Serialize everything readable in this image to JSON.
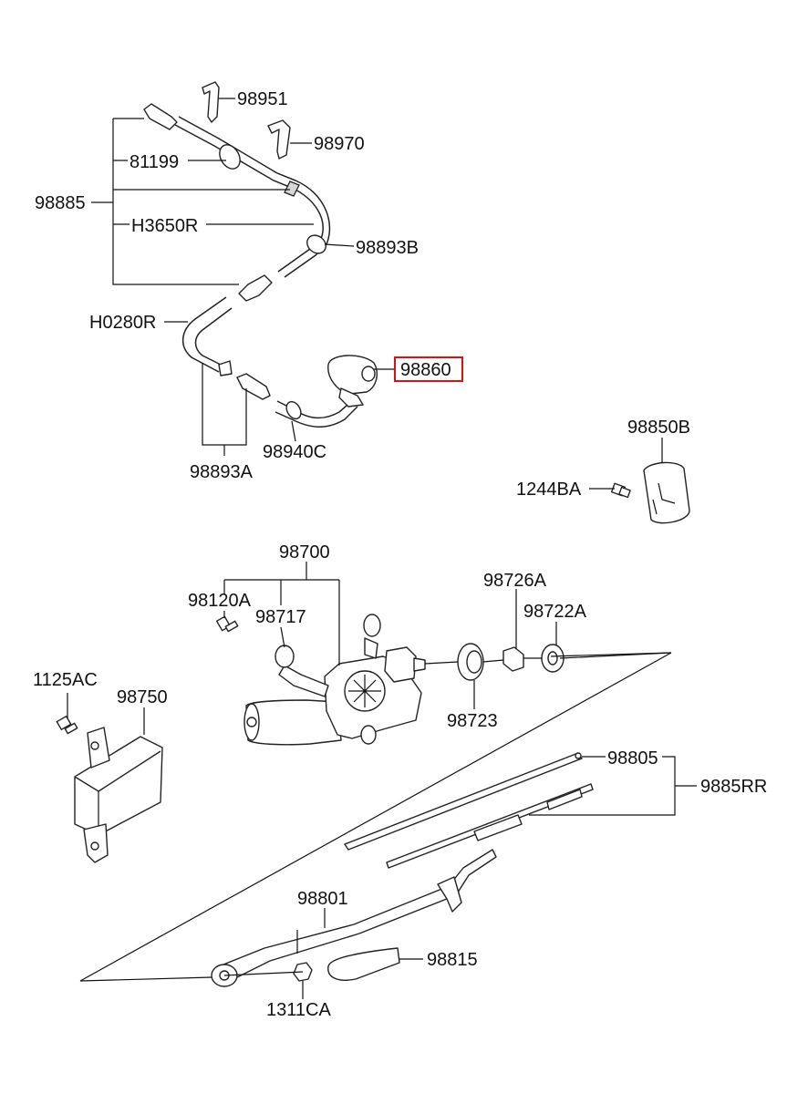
{
  "labels": {
    "l98951": "98951",
    "l98970": "98970",
    "l81199": "81199",
    "l98885": "98885",
    "lH3650R": "H3650R",
    "l98893B": "98893B",
    "lH0280R": "H0280R",
    "l98860": "98860",
    "l98893A": "98893A",
    "l98940C": "98940C",
    "l98850B": "98850B",
    "l1244BA": "1244BA",
    "l98700": "98700",
    "l98120A": "98120A",
    "l98717": "98717",
    "l98726A": "98726A",
    "l98722A": "98722A",
    "l98723": "98723",
    "l1125AC": "1125AC",
    "l98750": "98750",
    "l98805": "98805",
    "l9885RR": "9885RR",
    "l98801": "98801",
    "l98815": "98815",
    "l1311CA": "1311CA"
  },
  "highlight": {
    "part": "98860",
    "color": "#e01010"
  }
}
